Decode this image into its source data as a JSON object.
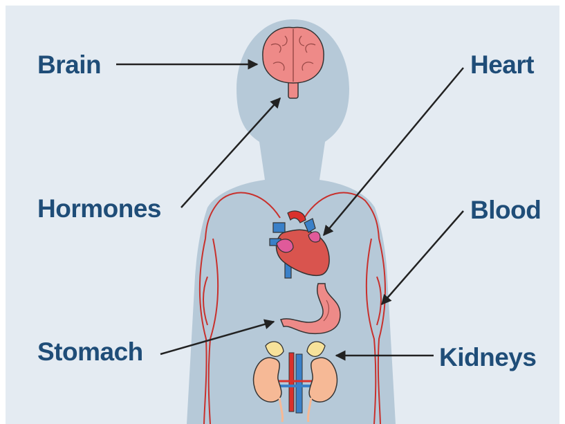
{
  "colors": {
    "background": "#e4ebf2",
    "silhouette": "#b6c9d8",
    "label_text": "#1f4d78",
    "arrow": "#222222",
    "vessel_red": "#c8302c",
    "vein_blue": "#3a80c8",
    "organ_pink": "#ee8a88",
    "heart_red": "#d9544e",
    "adrenal_yellow": "#f7e29a",
    "kidney_peach": "#f6b996"
  },
  "labels": {
    "brain": "Brain",
    "heart": "Heart",
    "hormones": "Hormones",
    "blood": "Blood",
    "stomach": "Stomach",
    "kidneys": "Kidneys"
  },
  "icons": [
    "brain-icon",
    "heart-icon",
    "stomach-icon",
    "kidneys-icon",
    "blood-vessels"
  ]
}
